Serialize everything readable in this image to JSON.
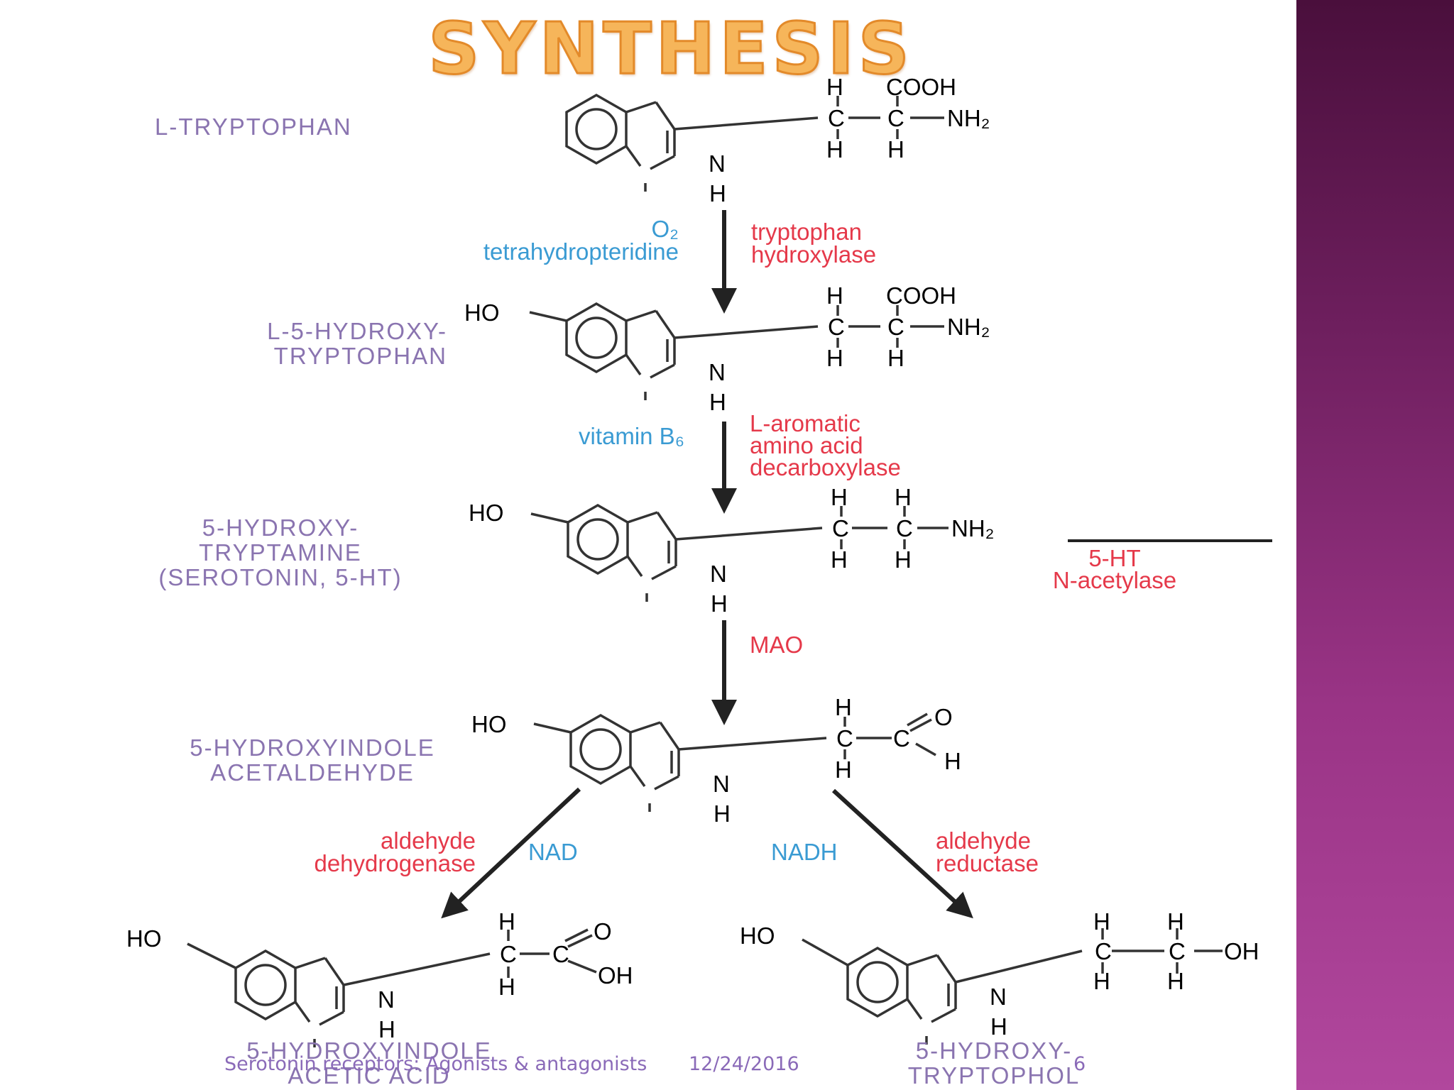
{
  "slide": {
    "title": "SYNTHESIS",
    "colors": {
      "compound": "#8a74b0",
      "enzyme": "#e5394a",
      "cofactor": "#3a9bd3",
      "title": "#f6b55a",
      "sidebar": "#9a3486"
    },
    "compounds": {
      "tryptophan": "L-TRYPTOPHAN",
      "htp_1": "L-5-HYDROXY-",
      "htp_2": "TRYPTOPHAN",
      "serotonin_1": "5-HYDROXY-",
      "serotonin_2": "TRYPTAMINE",
      "serotonin_3": "(SEROTONIN, 5-HT)",
      "acetaldehyde_1": "5-HYDROXYINDOLE",
      "acetaldehyde_2": "ACETALDEHYDE",
      "acetic_acid_1": "5-HYDROXYINDOLE",
      "acetic_acid_2": "ACETIC ACID",
      "tryptophol_1": "5-HYDROXY-",
      "tryptophol_2": "TRYPTOPHOL"
    },
    "enzymes": {
      "hydroxylase_1": "tryptophan",
      "hydroxylase_2": "hydroxylase",
      "decarboxylase_1": "L-aromatic",
      "decarboxylase_2": "amino acid",
      "decarboxylase_3": "decarboxylase",
      "acetylase_1": "5-HT",
      "acetylase_2": "N-acetylase",
      "mao": "MAO",
      "dehydrogenase_1": "aldehyde",
      "dehydrogenase_2": "dehydrogenase",
      "reductase_1": "aldehyde",
      "reductase_2": "reductase"
    },
    "cofactors": {
      "o2": "O₂",
      "pteridine": "tetrahydropteridine",
      "b6": "vitamin B₆",
      "nad": "NAD",
      "nadh": "NADH"
    },
    "atoms": {
      "H": "H",
      "N": "N",
      "C": "C",
      "O": "O",
      "HO": "HO",
      "OH": "OH",
      "OH_cut": "OH",
      "COOH": "COOH",
      "NH2": "NH₂"
    },
    "footer": {
      "text": "Serotonin receptors: Agonists & antagonists",
      "date": "12/24/2016",
      "page": "6"
    }
  }
}
